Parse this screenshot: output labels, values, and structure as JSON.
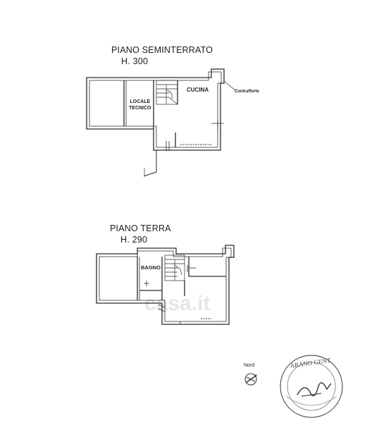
{
  "floors": [
    {
      "title": "PIANO SEMINTERRATO",
      "height": "H. 300",
      "rooms": [
        {
          "name_line1": "LOCALE",
          "name_line2": "TECNICO"
        },
        {
          "name_line1": "CUCINA",
          "name_line2": ""
        }
      ],
      "annotation": "Contrafforte"
    },
    {
      "title": "PIANO TERRA",
      "height": "H. 290",
      "rooms": [
        {
          "name_line1": "BAGNO",
          "name_line2": ""
        }
      ]
    }
  ],
  "compass": {
    "label": "Nord",
    "icon": "north-arrow-icon"
  },
  "watermark": "casa.it",
  "stamp": {
    "text": "ARANO GENT"
  }
}
